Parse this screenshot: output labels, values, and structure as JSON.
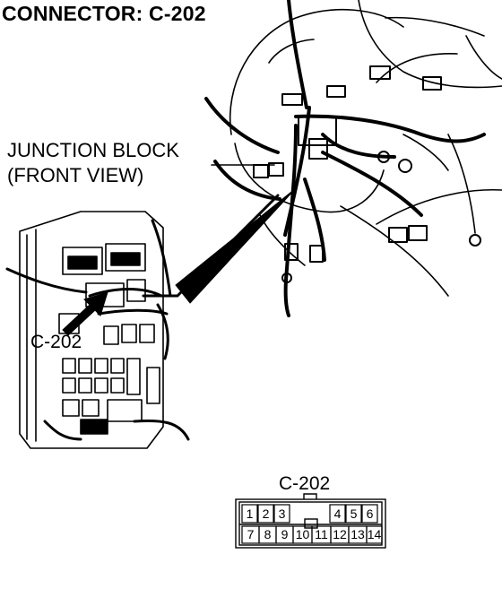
{
  "title": "CONNECTOR: C-202",
  "junction_block_label": {
    "line1": "JUNCTION BLOCK",
    "line2": "(FRONT VIEW)"
  },
  "callout_label": "C-202",
  "connector_face": {
    "name": "C-202",
    "top_row": [
      "1",
      "2",
      "3",
      "",
      "4",
      "5",
      "6"
    ],
    "bottom_row": [
      "7",
      "8",
      "9",
      "10",
      "11",
      "12",
      "13",
      "14"
    ]
  }
}
